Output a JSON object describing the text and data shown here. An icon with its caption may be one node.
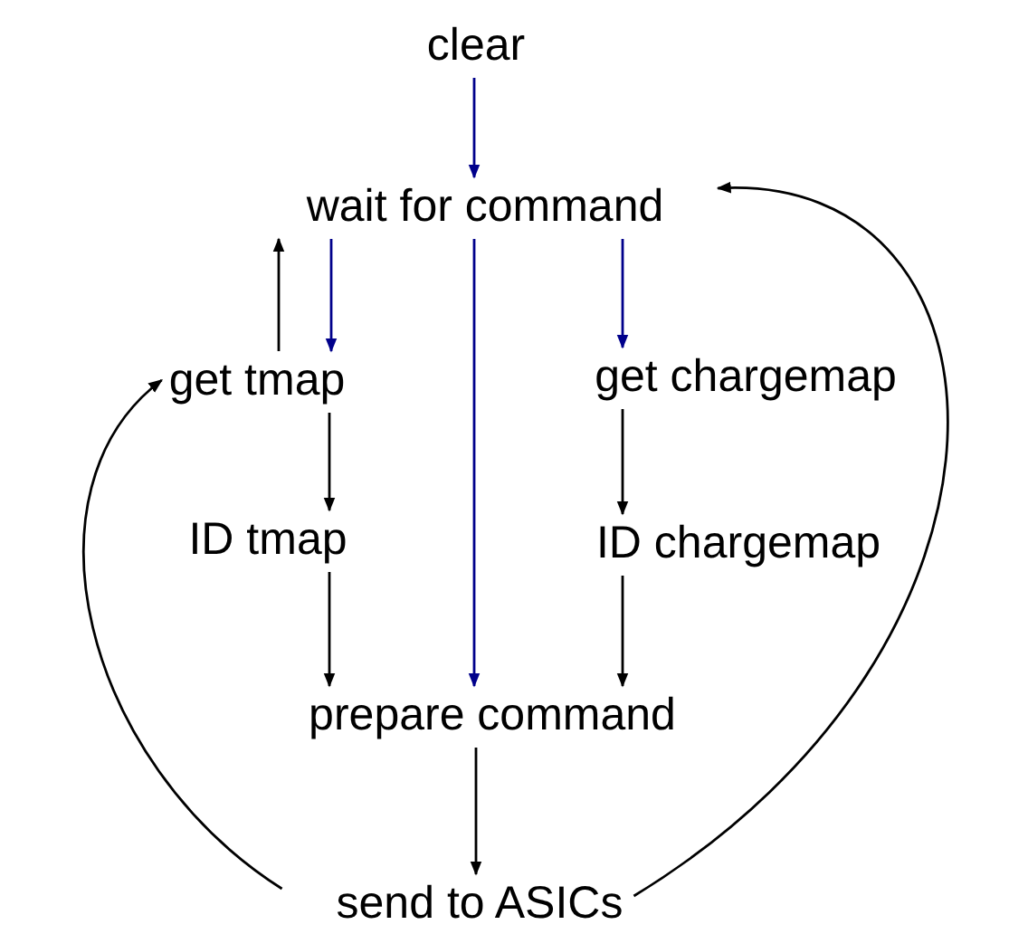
{
  "diagram": {
    "nodes": [
      {
        "text": [
          "clear"
        ]
      },
      {
        "text": [
          "wait for command"
        ]
      },
      {
        "text": [
          "get tmap"
        ]
      },
      {
        "text": [
          "get chargemap"
        ]
      },
      {
        "text": [
          "ID tmap"
        ]
      },
      {
        "text": [
          "ID chargemap"
        ]
      },
      {
        "text": [
          "prepare command"
        ]
      },
      {
        "text": [
          "send to ASICs"
        ]
      }
    ],
    "edges": [
      {
        "from": 0,
        "to": 1,
        "arrow": "to",
        "color": "#00008b"
      },
      {
        "from": 1,
        "to": 2,
        "arrow": "to",
        "color": "#00008b"
      },
      {
        "from": 2,
        "to": 1,
        "arrow": "to"
      },
      {
        "from": 1,
        "to": 3,
        "arrow": "to",
        "color": "#00008b"
      },
      {
        "from": 1,
        "to": 6,
        "arrow": "to",
        "color": "#00008b"
      },
      {
        "from": 2,
        "to": 4,
        "arrow": "to"
      },
      {
        "from": 3,
        "to": 5,
        "arrow": "to"
      },
      {
        "from": 4,
        "to": 6,
        "arrow": "to"
      },
      {
        "from": 5,
        "to": 6,
        "arrow": "to"
      },
      {
        "from": 6,
        "to": 7,
        "arrow": "to"
      },
      {
        "from": 7,
        "to": 2,
        "arrow": "to"
      },
      {
        "from": 7,
        "to": 1,
        "arrow": "to"
      }
    ]
  }
}
